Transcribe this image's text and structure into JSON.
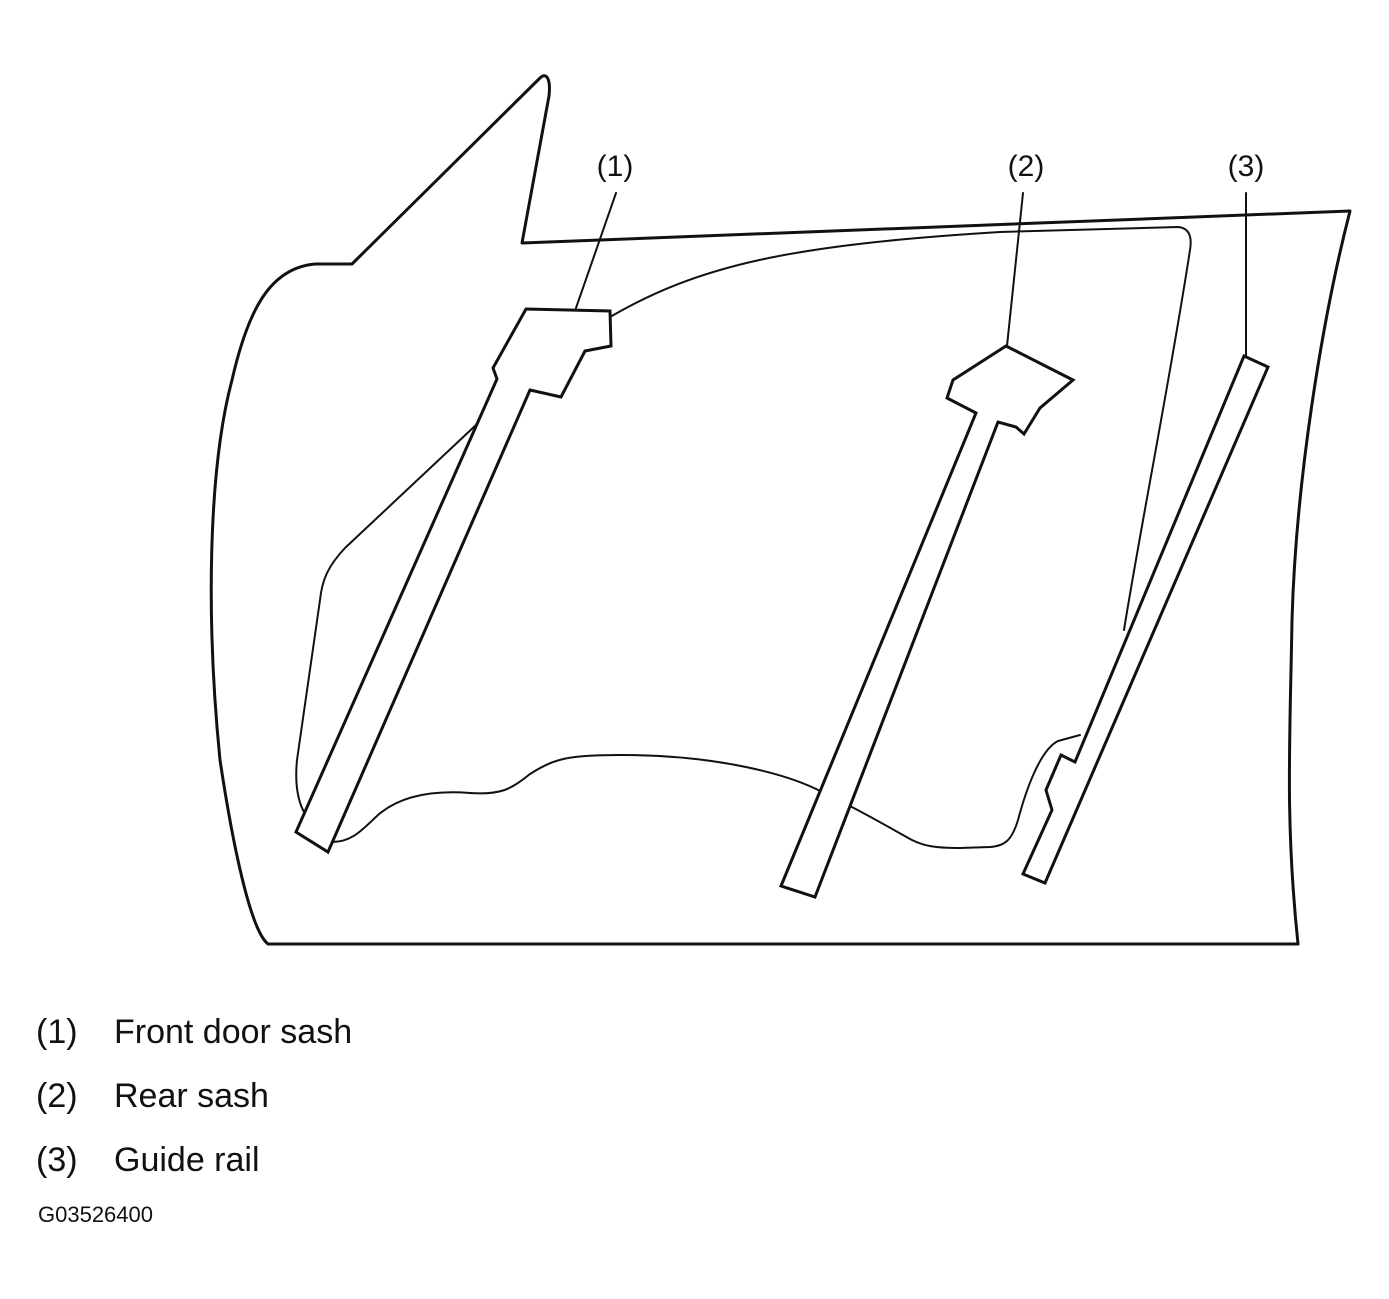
{
  "callouts": [
    {
      "number": "(1)",
      "label": "Front door sash"
    },
    {
      "number": "(2)",
      "label": "Rear sash"
    },
    {
      "number": "(3)",
      "label": "Guide rail"
    }
  ],
  "figure_id": "G03526400"
}
